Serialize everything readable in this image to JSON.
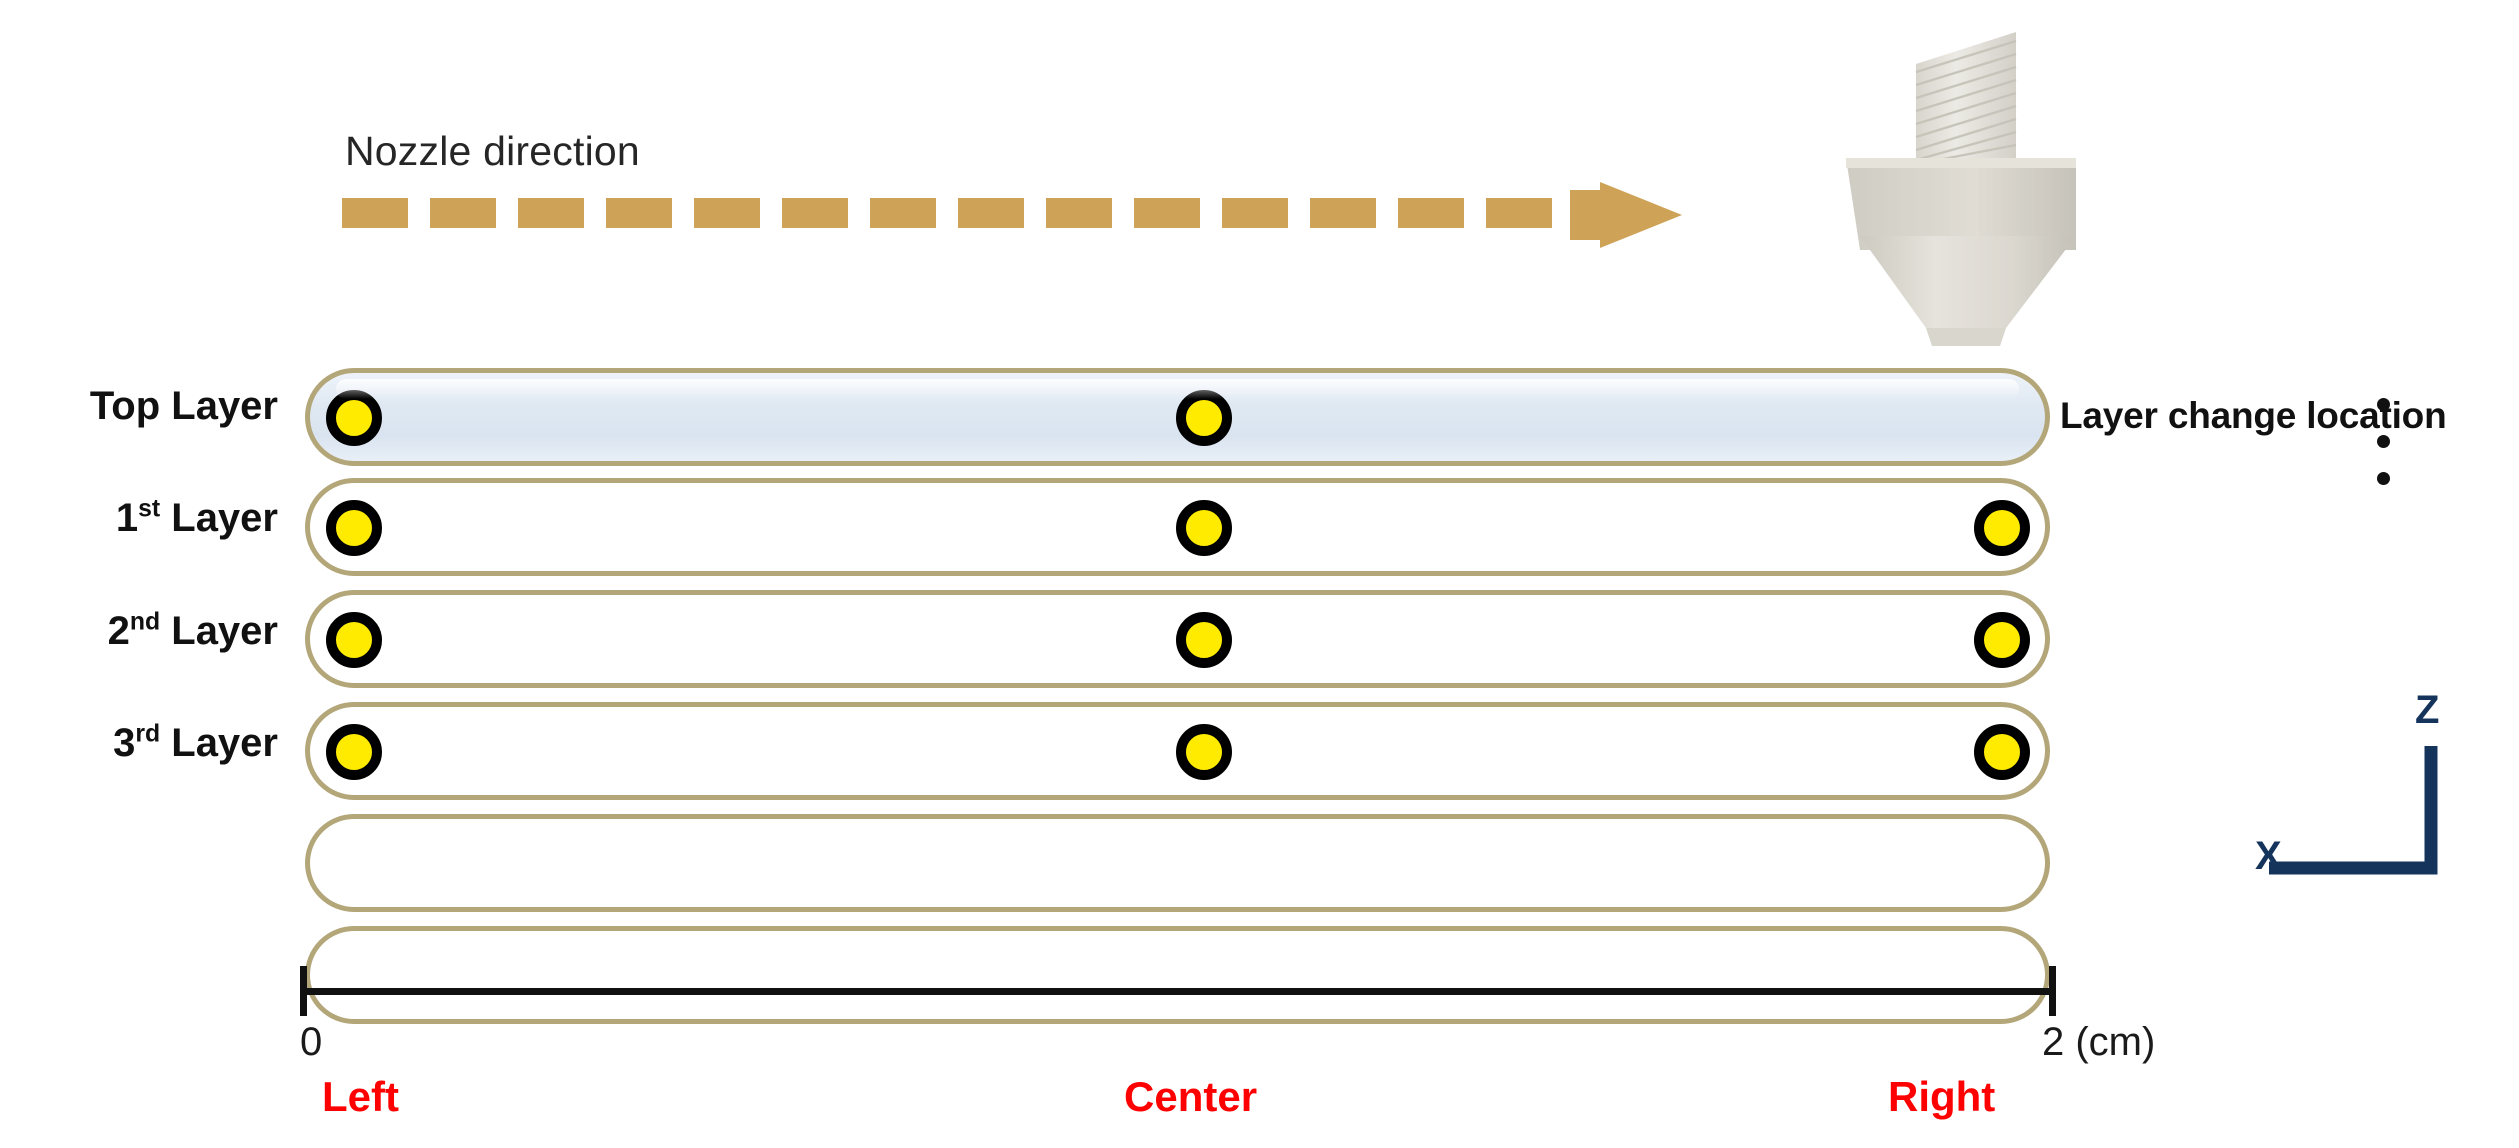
{
  "diagram": {
    "nozzle_direction_label": "Nozzle direction",
    "layer_change_label": "Layer change location",
    "nozzle_icon": "nozzle-icon",
    "arrow_icon": "dashed-arrow-right-icon",
    "vertical_ellipsis": "vertical-ellipsis-icon"
  },
  "layers": [
    {
      "label_text": "Top Layer",
      "ordinal": "",
      "suffix": "",
      "highlighted": true,
      "dots": [
        "left",
        "center"
      ]
    },
    {
      "label_text": "Layer",
      "ordinal": "1",
      "suffix": "st",
      "highlighted": false,
      "dots": [
        "left",
        "center",
        "right"
      ]
    },
    {
      "label_text": "Layer",
      "ordinal": "2",
      "suffix": "nd",
      "highlighted": false,
      "dots": [
        "left",
        "center",
        "right"
      ]
    },
    {
      "label_text": "Layer",
      "ordinal": "3",
      "suffix": "rd",
      "highlighted": false,
      "dots": [
        "left",
        "center",
        "right"
      ]
    },
    {
      "label_text": "",
      "ordinal": "",
      "suffix": "",
      "highlighted": false,
      "dots": []
    },
    {
      "label_text": "",
      "ordinal": "",
      "suffix": "",
      "highlighted": false,
      "dots": []
    }
  ],
  "axis": {
    "start_value": "0",
    "end_value": "2 (cm)",
    "unit": "cm",
    "range": [
      0,
      2
    ]
  },
  "positions": {
    "left": "Left",
    "center": "Center",
    "right": "Right"
  },
  "orientation": {
    "vertical_axis": "Z",
    "horizontal_axis": "X"
  },
  "colors": {
    "layer_border": "#b3a678",
    "top_layer_fill": "#dfe8f2",
    "arrow": "#cea257",
    "dot_fill": "#ffeb00",
    "dot_stroke": "#000000",
    "position_label": "#ff0000",
    "orientation_axis": "#15345c",
    "measurement_axis": "#111111"
  }
}
